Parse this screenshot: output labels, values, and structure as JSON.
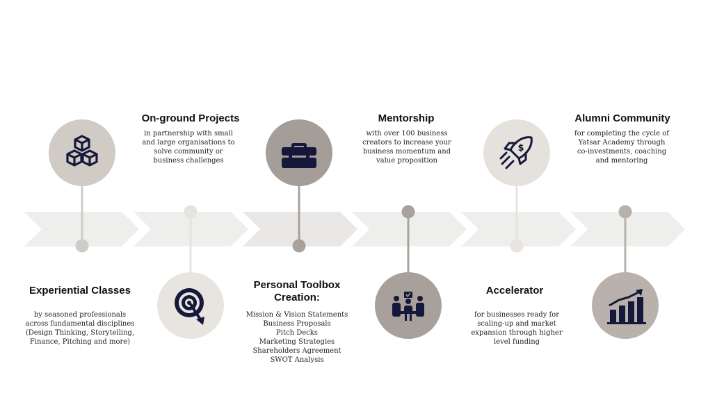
{
  "colors": {
    "chevron": "#eeeeec",
    "line_light": "#cfcbc6",
    "line_dark": "#a8a19c",
    "circle_light": "#e7e4e0",
    "circle_mid": "#c9c3bd",
    "circle_dark": "#a59d98",
    "icon": "#15183b"
  },
  "stages": [
    {
      "id": "experiential-classes",
      "title": "Experiential Classes",
      "description": "by seasoned professionals across fundamental disciplines (Design Thinking, Storytelling, Finance, Pitching and more)",
      "icon": "cubes-icon",
      "position": "top"
    },
    {
      "id": "on-ground-projects",
      "title": "On-ground Projects",
      "description": "in partnership with small and large organisations to solve community or business challenges",
      "icon": "target-icon",
      "position": "bottom"
    },
    {
      "id": "personal-toolbox",
      "title": "Personal Toolbox Creation:",
      "description": "",
      "items": [
        "Mission & Vision Statements",
        "Business Proposals",
        "Pitch Decks",
        "Marketing Strategies",
        "Shareholders Agreement",
        "SWOT Analysis"
      ],
      "icon": "toolbox-icon",
      "position": "top"
    },
    {
      "id": "mentorship",
      "title": "Mentorship",
      "description": "with over 100 business creators to increase your business momentum and value proposition",
      "icon": "mentor-team-icon",
      "position": "bottom"
    },
    {
      "id": "accelerator",
      "title": "Accelerator",
      "description": "for businesses ready for scaling-up and market expansion through higher level funding",
      "icon": "rocket-dollar-icon",
      "position": "top"
    },
    {
      "id": "alumni-community",
      "title": "Alumni Community",
      "description": "for completing the cycle of Yatsar Academy through co-investments, coaching and mentoring",
      "icon": "growth-chart-icon",
      "position": "bottom"
    }
  ]
}
